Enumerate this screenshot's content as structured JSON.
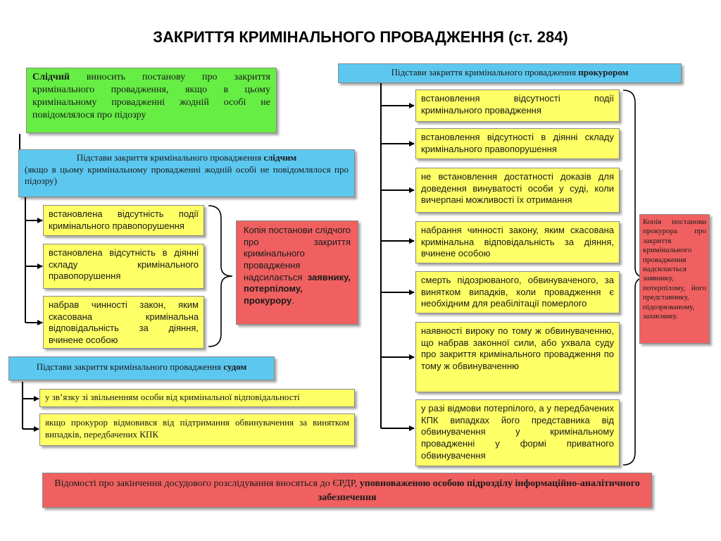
{
  "title": "ЗАКРИТТЯ КРИМІНАЛЬНОГО ПРОВАДЖЕННЯ (ст. 284)",
  "investigator_intro": {
    "lead_bold": "Слідчий",
    "text": " виносить постанову про закриття кримінального провадження, якщо в цьому кримінальному провадженні жодній особі не повідомлялося про підозру"
  },
  "investigator_grounds": {
    "header": "Підстави закриття кримінального провадження ",
    "header_bold": "слідчим",
    "subheader": "(якщо в цьому кримінальному провадженні жодній особі не повідомлялося про підозру)",
    "items": [
      "встановлена відсутність події кримінального правопорушення",
      "встановлена відсутність в діянні складу кримінального правопорушення",
      "набрав чинності закон, яким скасована кримінальна відповідальність за діяння, вчинене особою"
    ]
  },
  "investigator_copy": {
    "text": "Копія постанови слідчого про закриття кримінального провадження надсилається ",
    "bold": "заявнику, потерпілому, прокурору",
    "end": "."
  },
  "court_grounds": {
    "header": "Підстави закриття кримінального провадження ",
    "header_bold": "судом",
    "items": [
      "у зв’язку зі звільненням особи від кримінальної відповідальності",
      "якщо прокурор відмовився від підтримання обвинувачення за винятком випадків, передбачених КПК"
    ]
  },
  "prosecutor_grounds": {
    "header": "Підстави закриття кримінального провадження ",
    "header_bold": "прокурором",
    "items": [
      "встановлення відсутності події кримінального провадження",
      "встановлення відсутності в діянні складу кримінального правопорушення",
      "не встановлення достатності доказів для доведення винуватості особи у суді, коли вичерпані можливості їх отримання",
      "набрання чинності закону, яким скасована кримінальна відповідальність за діяння, вчинене особою",
      "смерть підозрюваного, обвинуваченого, за винятком випадків, коли провадження є необхідним для реабілітації померлого",
      "наявності вироку по тому ж обвинуваченню, що набрав законної сили, або ухвала суду про закриття кримінального провадження по тому ж обвинуваченню",
      "у разі відмови потерпілого, а у передбачених КПК випадках його представника від обвинувачення у кримінальному провадженні у формі приватного обвинувачення"
    ]
  },
  "prosecutor_copy": {
    "text": "Копія постанови прокурора про закриття кримінального провадження надсилається заявнику, потерпілому, його представнику, підозрюваному, захиснику."
  },
  "footer": {
    "text": "Відомості про закінчення досудового розслідування вносяться до ЄРДР, ",
    "bold": "уповноваженою особою підрозділу інформаційно-аналітичного забезпечення"
  },
  "colors": {
    "yellow": "#ffff66",
    "blue": "#5cc8f0",
    "green": "#66ee44",
    "red": "#f06060"
  }
}
